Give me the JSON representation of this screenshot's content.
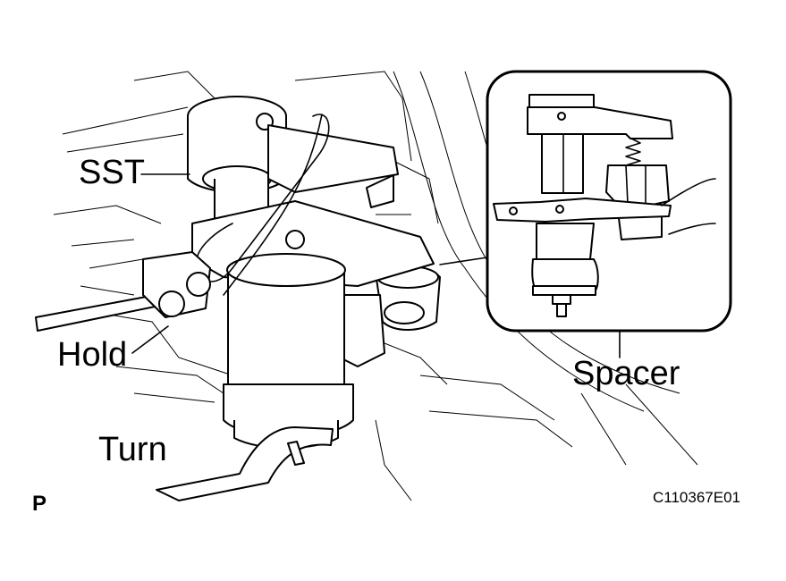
{
  "labels": {
    "sst": "SST",
    "hold": "Hold",
    "turn": "Turn",
    "spacer": "Spacer",
    "view_mark": "P",
    "figure_code": "C110367E01"
  },
  "colors": {
    "ink": "#000000",
    "paper": "#ffffff"
  }
}
